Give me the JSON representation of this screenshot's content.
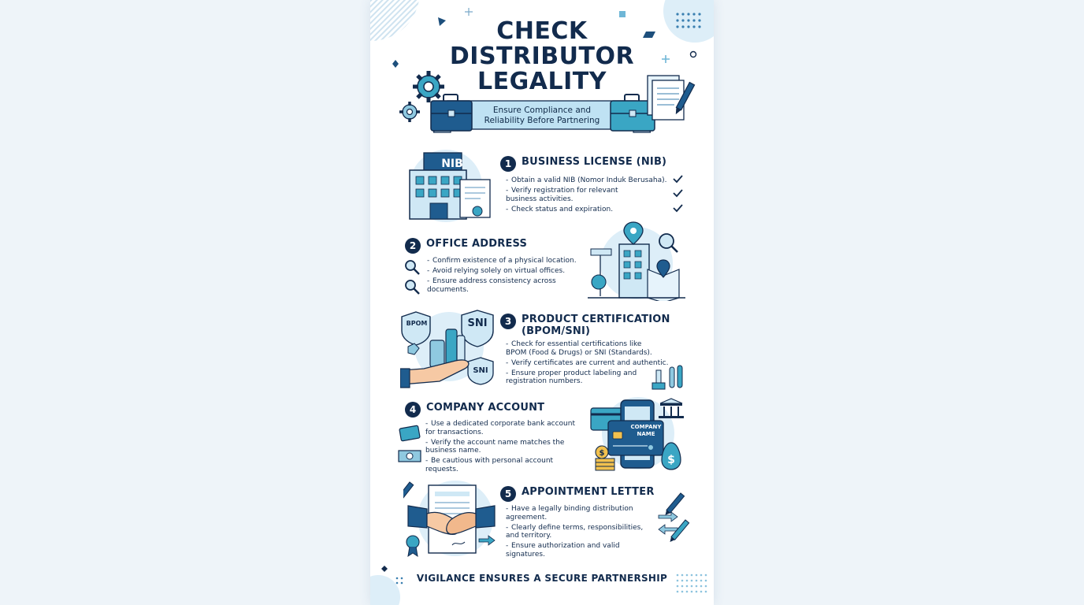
{
  "header": {
    "title_lines": [
      "CHECK",
      "DISTRIBUTOR",
      "LEGALITY"
    ],
    "subtitle": [
      "Ensure Compliance and",
      "Reliability Before Partnering"
    ]
  },
  "sections": [
    {
      "number": "1",
      "title": [
        "BUSINESS LICENSE (NIB)"
      ],
      "badge": "NIB",
      "bullets": [
        "Obtain a valid NIB (Nomor Induk Berusaha).",
        "Verify registration for relevant business activities.",
        "Check status and expiration."
      ]
    },
    {
      "number": "2",
      "title": [
        "OFFICE ADDRESS"
      ],
      "bullets": [
        "Confirm existence of a physical location.",
        "Avoid relying solely on virtual offices.",
        "Ensure address consistency across documents."
      ]
    },
    {
      "number": "3",
      "title": [
        "PRODUCT CERTIFICATION",
        "(BPOM/SNI)"
      ],
      "shields": [
        "BPOM",
        "SNI",
        "SNI"
      ],
      "bullets": [
        "Check for essential certifications like BPOM (Food & Drugs) or SNI (Standards).",
        "Verify certificates are current and authentic.",
        "Ensure proper product labeling and registration numbers."
      ]
    },
    {
      "number": "4",
      "title": [
        "COMPANY ACCOUNT"
      ],
      "card_text": [
        "COMPANY",
        "NAME"
      ],
      "bullets": [
        "Use a dedicated corporate bank account for transactions.",
        "Verify the account name matches the business name.",
        "Be cautious with personal account requests."
      ]
    },
    {
      "number": "5",
      "title": [
        "APPOINTMENT LETTER"
      ],
      "bullets": [
        "Have a legally binding distribution agreement.",
        "Clearly define terms, responsibilities, and territory.",
        "Ensure authorization and valid signatures."
      ]
    }
  ],
  "footer": "VIGILANCE ENSURES A SECURE PARTNERSHIP",
  "colors": {
    "navy": "#122b4d",
    "teal": "#3aa6c4",
    "light_blue": "#cfe8f5",
    "pale": "#e6f3fb"
  }
}
